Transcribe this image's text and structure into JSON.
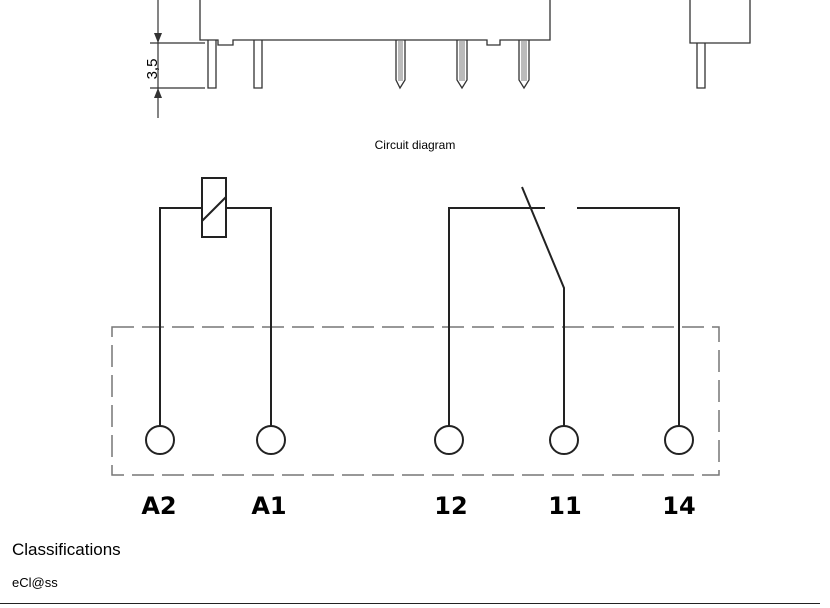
{
  "dimension": {
    "value_label": "3,5"
  },
  "diagram": {
    "caption": "Circuit diagram",
    "terminals": [
      {
        "id": "A2",
        "label": "A2"
      },
      {
        "id": "A1",
        "label": "A1"
      },
      {
        "id": "12",
        "label": "12"
      },
      {
        "id": "11",
        "label": "11"
      },
      {
        "id": "14",
        "label": "14"
      }
    ]
  },
  "classifications": {
    "title": "Classifications",
    "subtitle": "eCl@ss"
  }
}
